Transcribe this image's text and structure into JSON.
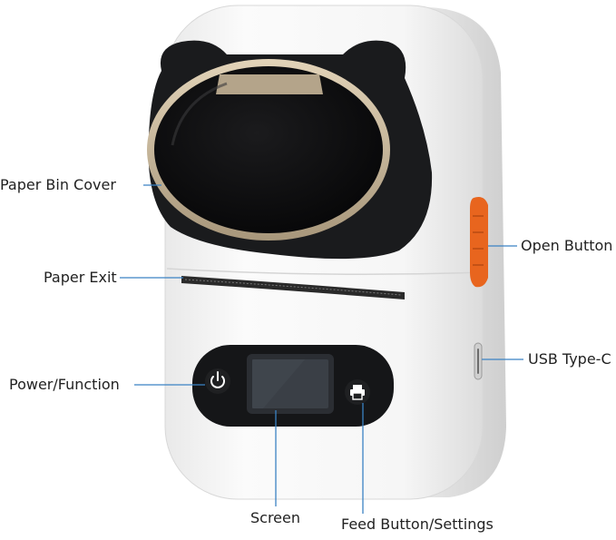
{
  "labels": {
    "paper_bin_cover": "Paper Bin Cover",
    "paper_exit": "Paper Exit",
    "power_function": "Power/Function",
    "open_button": "Open Button",
    "usb_type_c": "USB Type-C",
    "screen": "Screen",
    "feed_button_settings": "Feed Button/Settings"
  },
  "colors": {
    "body": "#f7f7f7",
    "lid_black": "#17181a",
    "window_rim": "#c8b79c",
    "open_button": "#e8651e",
    "leader_line": "#3b82c4"
  },
  "icons": {
    "power": "power-icon",
    "feed": "printer-icon"
  }
}
